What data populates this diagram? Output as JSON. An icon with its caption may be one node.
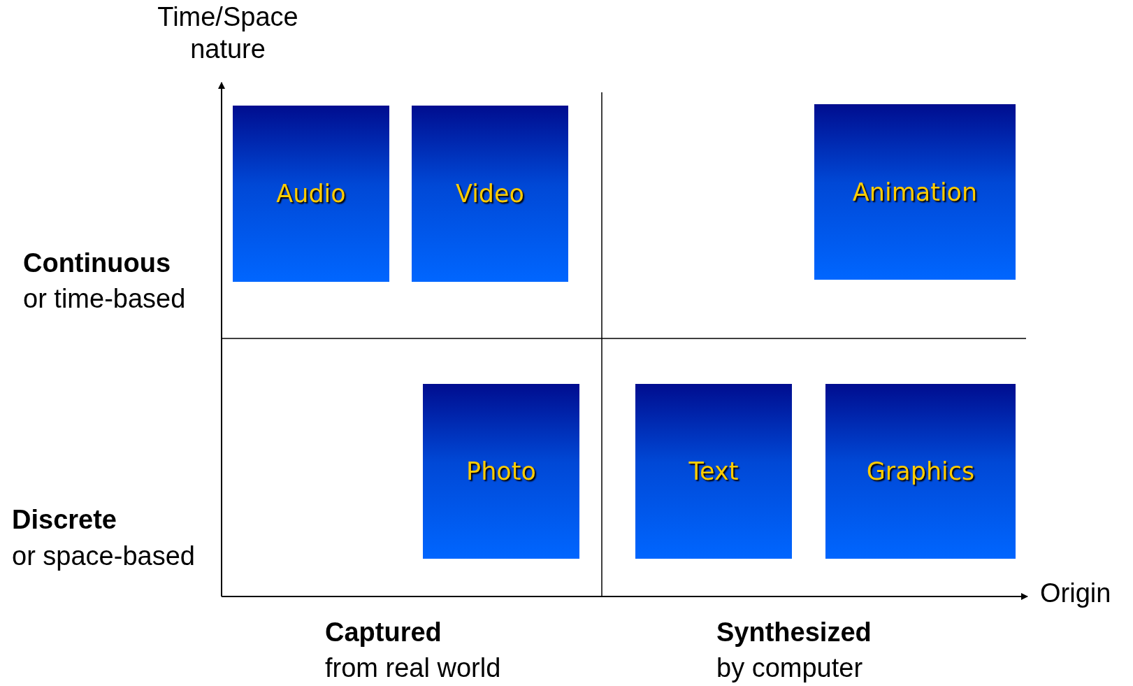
{
  "diagram": {
    "nodes": [
      {
        "text": [
          "Audio"
        ]
      },
      {
        "text": [
          "Video"
        ]
      },
      {
        "text": [
          "Animation"
        ]
      },
      {
        "text": [
          "Photo"
        ]
      },
      {
        "text": [
          "Text"
        ]
      },
      {
        "text": [
          "Graphics"
        ]
      }
    ],
    "labels": [
      "Time/Space nature",
      "Continuous",
      "or time-based",
      "Discrete",
      "or space-based",
      "Origin",
      "Captured",
      "from real world",
      "Synthesized",
      "by computer"
    ]
  }
}
